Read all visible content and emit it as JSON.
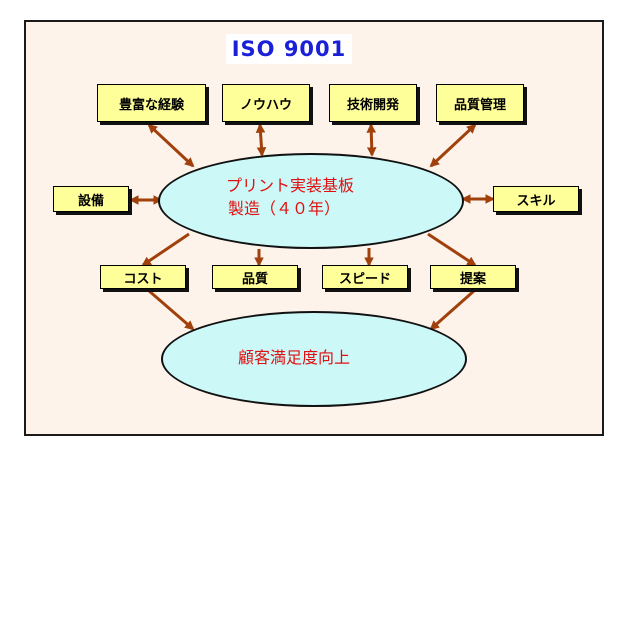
{
  "title": "ISO 9001",
  "center": {
    "line1": "プリント実装基板",
    "line2": "製造（４０年）"
  },
  "goal": "顧客満足度向上",
  "inputs": {
    "rich_experience": "豊富な経験",
    "know_how": "ノウハウ",
    "technology_development": "技術開発",
    "quality_control": "品質管理",
    "equipment": "設備",
    "skill": "スキル"
  },
  "outputs": {
    "cost": "コスト",
    "quality": "品質",
    "speed": "スピード",
    "proposal": "提案"
  },
  "colors": {
    "frame_bg": "#fdf3ea",
    "title_text": "#1a20d8",
    "box_fill": "#ffff99",
    "ellipse_fill": "#ccf8f8",
    "ellipse_text": "#e01010",
    "arrow": "#a0410c"
  }
}
